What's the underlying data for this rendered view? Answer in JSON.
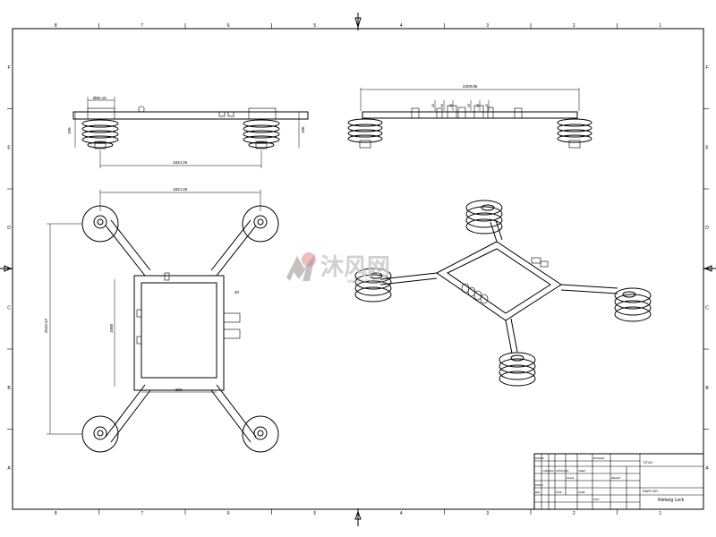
{
  "drawing": {
    "frame_column_numbers": [
      "8",
      "7",
      "6",
      "5",
      "4",
      "3",
      "2",
      "1"
    ],
    "frame_row_letters": [
      "F",
      "E",
      "D",
      "C",
      "B",
      "A"
    ]
  },
  "dimensions": {
    "front_top_width": "Ø80.15",
    "front_left_height": "100",
    "front_right_height": "100",
    "front_span": "1824.26",
    "side_overall": "2209.85",
    "plan_span_top": "1824.26",
    "plan_height_left": "2532.67",
    "plan_frame_height": "1000",
    "plan_frame_bottom": "800",
    "plan_frame_top": "60",
    "side_small": [
      "26",
      "40",
      "40",
      "26",
      "40",
      "40"
    ]
  },
  "watermark": {
    "logo_letters": "MF",
    "text": "沐风网",
    "url": "www.mfcad.com"
  },
  "title_block": {
    "title_label": "TITLE:",
    "dwg_label": "DWG NO.",
    "dwg_name": "Rietang Lock",
    "small_cells": [
      "DRAWN",
      "CHECKED",
      "APPROVED",
      "SCALE",
      "SHEET",
      "MATERIAL",
      "WEIGHT",
      "FINISH",
      "REV",
      "DATE",
      "NAME",
      "SIGN"
    ]
  }
}
